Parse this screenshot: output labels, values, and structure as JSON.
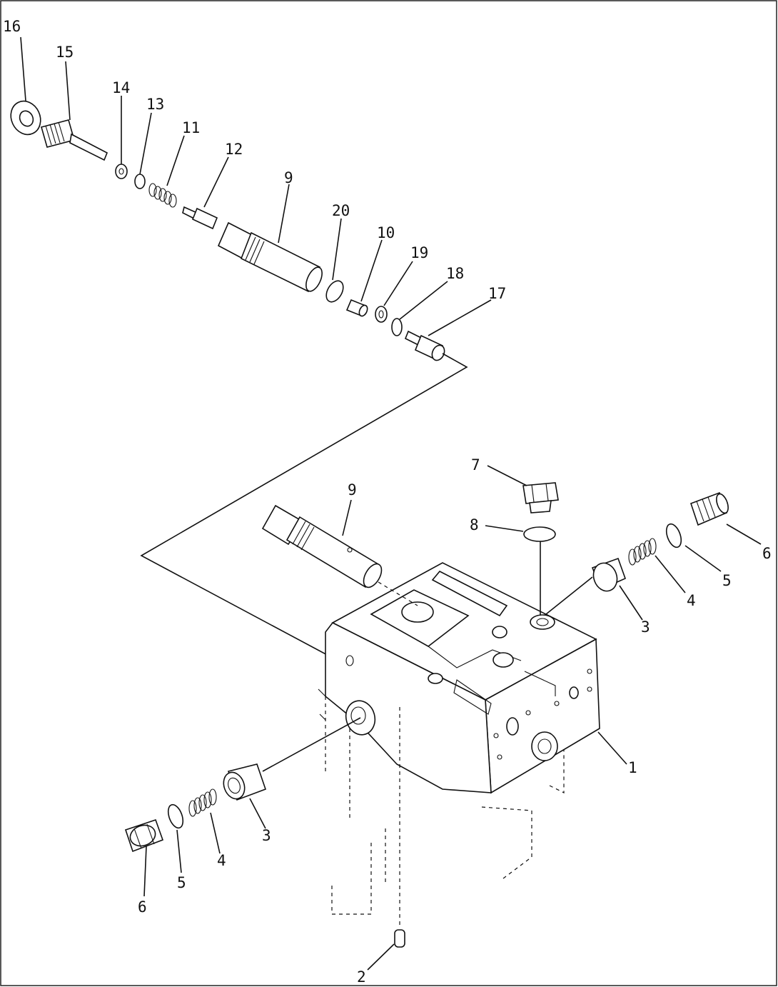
{
  "diagram": {
    "callouts": [
      {
        "id": "c16",
        "label": "16"
      },
      {
        "id": "c15",
        "label": "15"
      },
      {
        "id": "c14",
        "label": "14"
      },
      {
        "id": "c13",
        "label": "13"
      },
      {
        "id": "c11",
        "label": "11"
      },
      {
        "id": "c12",
        "label": "12"
      },
      {
        "id": "c9a",
        "label": "9"
      },
      {
        "id": "c20",
        "label": "20"
      },
      {
        "id": "c10",
        "label": "10"
      },
      {
        "id": "c19",
        "label": "19"
      },
      {
        "id": "c18",
        "label": "18"
      },
      {
        "id": "c17",
        "label": "17"
      },
      {
        "id": "c7",
        "label": "7"
      },
      {
        "id": "c8",
        "label": "8"
      },
      {
        "id": "c9b",
        "label": "9"
      },
      {
        "id": "c6r",
        "label": "6"
      },
      {
        "id": "c5r",
        "label": "5"
      },
      {
        "id": "c4r",
        "label": "4"
      },
      {
        "id": "c3r",
        "label": "3"
      },
      {
        "id": "c1",
        "label": "1"
      },
      {
        "id": "c3l",
        "label": "3"
      },
      {
        "id": "c4l",
        "label": "4"
      },
      {
        "id": "c5l",
        "label": "5"
      },
      {
        "id": "c6l",
        "label": "6"
      },
      {
        "id": "c2",
        "label": "2"
      }
    ]
  }
}
